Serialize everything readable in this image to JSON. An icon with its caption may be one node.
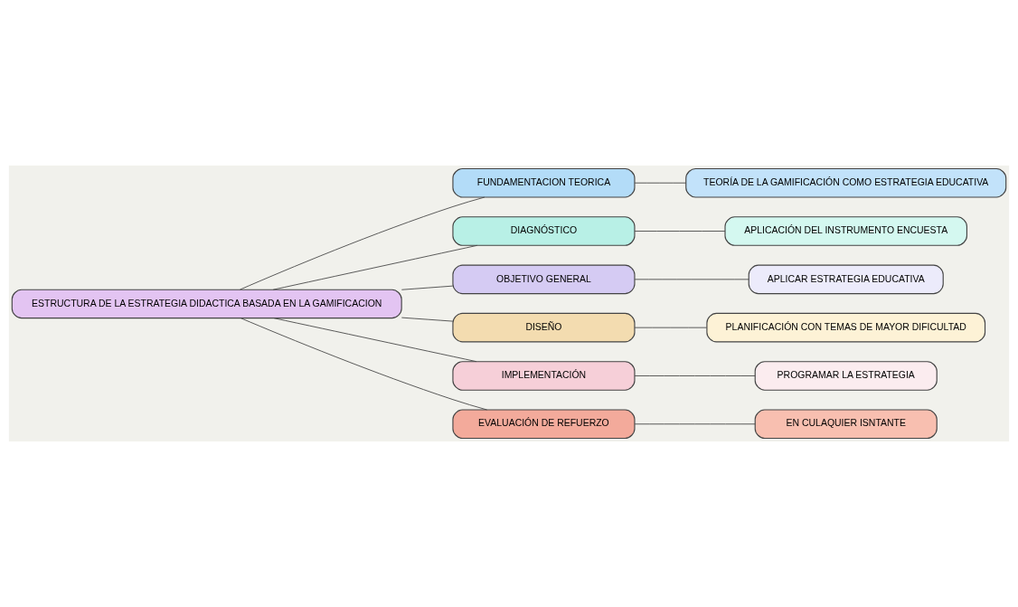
{
  "diagram": {
    "nodes": [
      {
        "text": [
          "ESTRUCTURA DE LA ESTRATEGIA DIDACTICA BASADA EN LA GAMIFICACION"
        ]
      },
      {
        "text": [
          "FUNDAMENTACION TEORICA"
        ]
      },
      {
        "text": [
          "DIAGNÓSTICO"
        ]
      },
      {
        "text": [
          "OBJETIVO GENERAL"
        ]
      },
      {
        "text": [
          "DISEÑO"
        ]
      },
      {
        "text": [
          "IMPLEMENTACIÓN"
        ]
      },
      {
        "text": [
          "EVALUACIÓN DE REFUERZO"
        ]
      },
      {
        "text": [
          "TEORÍA DE LA GAMIFICACIÓN COMO ESTRATEGIA EDUCATIVA"
        ]
      },
      {
        "text": [
          "APLICACIÓN DEL INSTRUMENTO ENCUESTA"
        ]
      },
      {
        "text": [
          "APLICAR ESTRATEGIA EDUCATIVA"
        ]
      },
      {
        "text": [
          "PLANIFICACIÓN CON TEMAS DE MAYOR DIFICULTAD"
        ]
      },
      {
        "text": [
          "PROGRAMAR LA ESTRATEGIA"
        ]
      },
      {
        "text": [
          "EN CULAQUIER ISNTANTE"
        ]
      }
    ],
    "edges": [
      {
        "from": 0,
        "to": 1,
        "arrow": "none"
      },
      {
        "from": 0,
        "to": 2,
        "arrow": "none"
      },
      {
        "from": 0,
        "to": 3,
        "arrow": "none"
      },
      {
        "from": 0,
        "to": 4,
        "arrow": "none"
      },
      {
        "from": 0,
        "to": 5,
        "arrow": "none"
      },
      {
        "from": 0,
        "to": 6,
        "arrow": "none"
      },
      {
        "from": 1,
        "to": 7,
        "arrow": "none"
      },
      {
        "from": 2,
        "to": 8,
        "arrow": "none"
      },
      {
        "from": 3,
        "to": 9,
        "arrow": "none"
      },
      {
        "from": 4,
        "to": 10,
        "arrow": "none"
      },
      {
        "from": 5,
        "to": 11,
        "arrow": "none"
      },
      {
        "from": 6,
        "to": 12,
        "arrow": "none"
      }
    ]
  }
}
